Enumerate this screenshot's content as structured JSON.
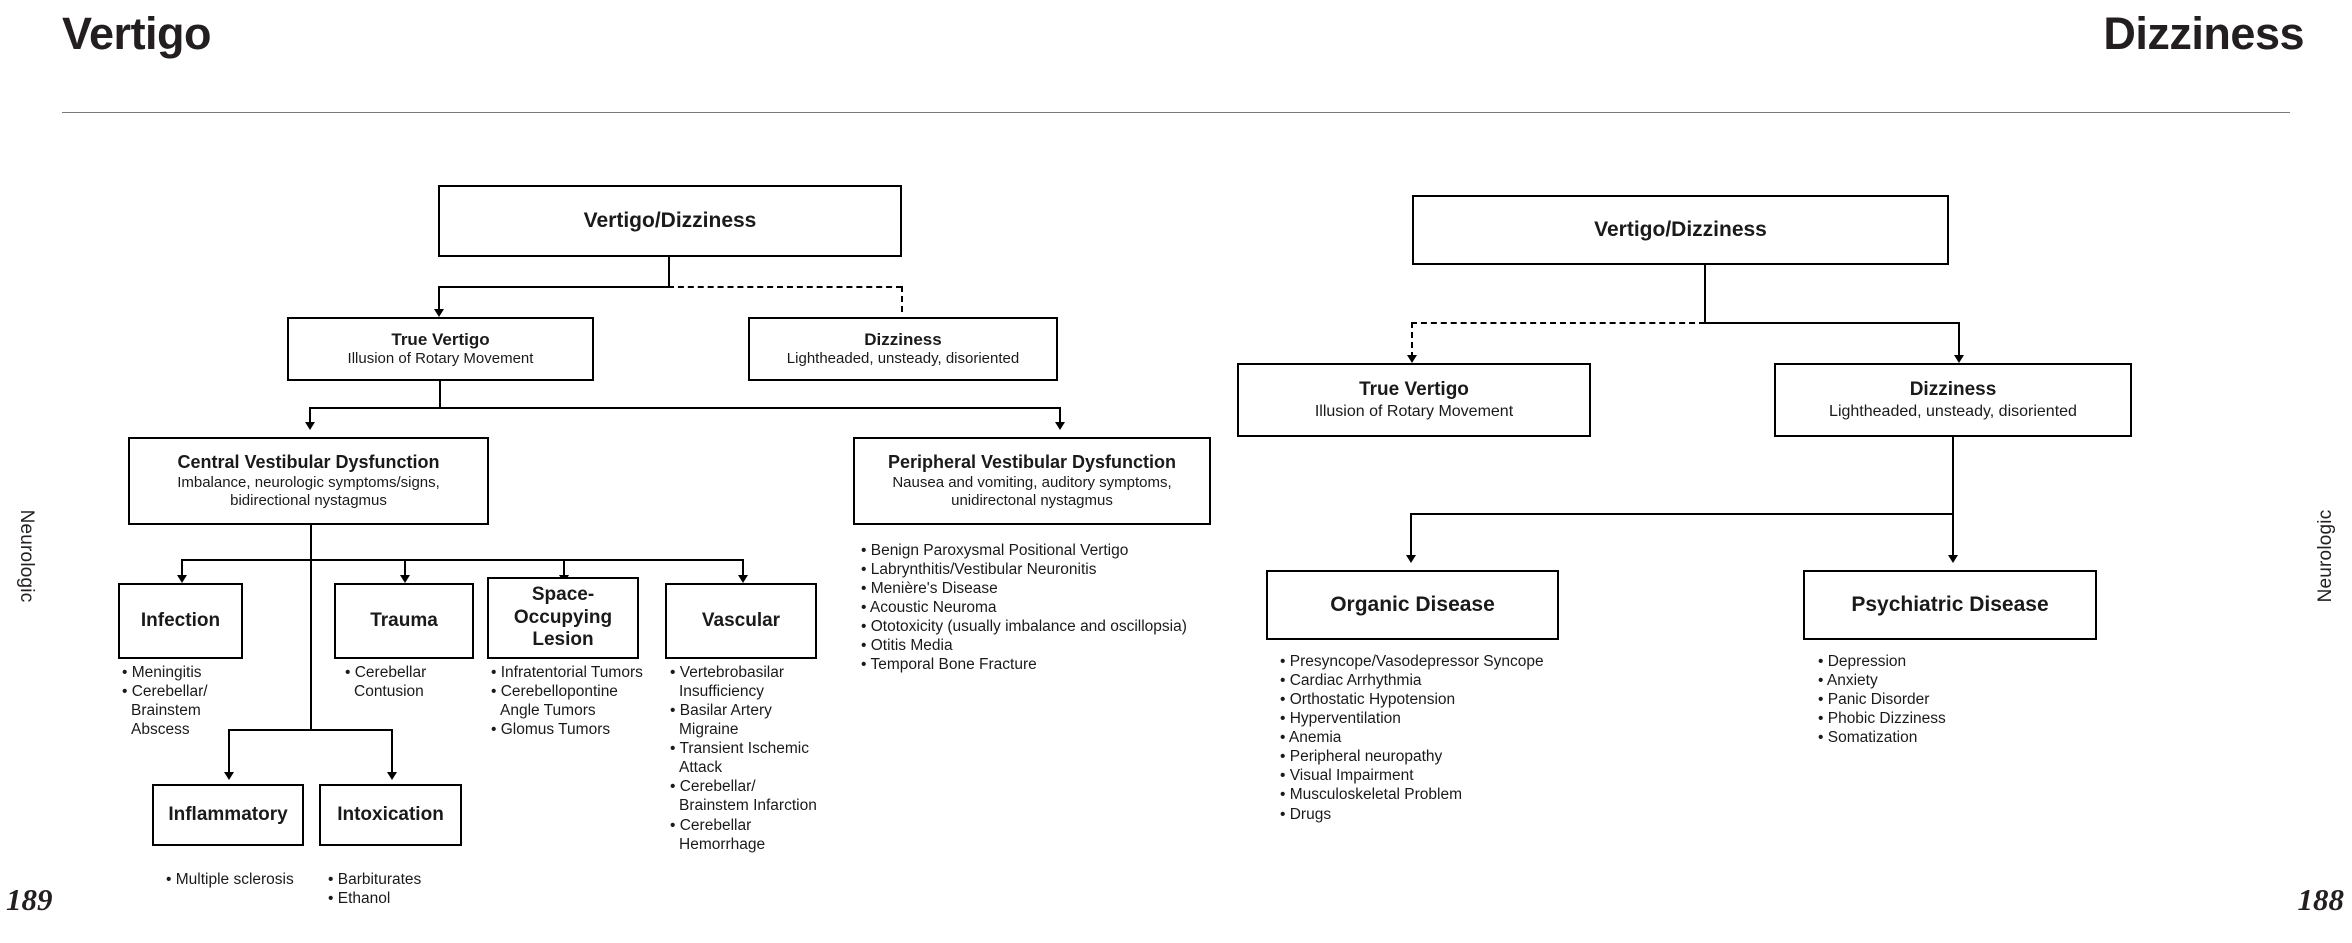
{
  "titles": {
    "left": "Vertigo",
    "right": "Dizziness"
  },
  "side": {
    "left_label": "Neurologic",
    "right_label": "Neurologic",
    "left_folio": "189",
    "right_folio": "188"
  },
  "left_chart": {
    "root": {
      "title": "Vertigo/Dizziness"
    },
    "true_vertigo": {
      "title": "True Vertigo",
      "sub": "Illusion of Rotary Movement"
    },
    "dizziness": {
      "title": "Dizziness",
      "sub": "Lightheaded, unsteady, disoriented"
    },
    "central": {
      "title": "Central Vestibular Dysfunction",
      "sub": "Imbalance, neurologic symptoms/signs, bidirectional nystagmus"
    },
    "peripheral": {
      "title": "Peripheral Vestibular Dysfunction",
      "sub": "Nausea and vomiting, auditory symptoms, unidirectonal nystagmus"
    },
    "peripheral_items": [
      "• Benign Paroxysmal Positional Vertigo",
      "• Labrynthitis/Vestibular Neuronitis",
      "• Menière's Disease",
      "• Acoustic Neuroma",
      "• Ototoxicity (usually imbalance and oscillopsia)",
      "• Otitis Media",
      "• Temporal Bone Fracture"
    ],
    "infection": {
      "title": "Infection"
    },
    "infection_items": [
      "• Meningitis",
      "• Cerebellar/ Brainstem Abscess"
    ],
    "trauma": {
      "title": "Trauma"
    },
    "trauma_items": [
      "• Cerebellar Contusion"
    ],
    "space_occupying": {
      "title": "Space-Occupying Lesion"
    },
    "space_occupying_items": [
      "• Infratentorial Tumors",
      "• Cerebellopontine Angle Tumors",
      "• Glomus Tumors"
    ],
    "vascular": {
      "title": "Vascular"
    },
    "vascular_items": [
      "• Vertebrobasilar Insufficiency",
      "• Basilar Artery Migraine",
      "• Transient Ischemic Attack",
      "• Cerebellar/ Brainstem Infarction",
      "• Cerebellar Hemorrhage"
    ],
    "inflammatory": {
      "title": "Inflammatory"
    },
    "inflammatory_items": [
      "• Multiple sclerosis"
    ],
    "intoxication": {
      "title": "Intoxication"
    },
    "intoxication_items": [
      "• Barbiturates",
      "• Ethanol"
    ]
  },
  "right_chart": {
    "root": {
      "title": "Vertigo/Dizziness"
    },
    "true_vertigo": {
      "title": "True Vertigo",
      "sub": "Illusion of Rotary Movement"
    },
    "dizziness": {
      "title": "Dizziness",
      "sub": "Lightheaded, unsteady, disoriented"
    },
    "organic": {
      "title": "Organic Disease"
    },
    "organic_items": [
      "• Presyncope/Vasodepressor Syncope",
      "• Cardiac Arrhythmia",
      "• Orthostatic Hypotension",
      "• Hyperventilation",
      "• Anemia",
      "• Peripheral neuropathy",
      "• Visual Impairment",
      "• Musculoskeletal Problem",
      "• Drugs"
    ],
    "psychiatric": {
      "title": "Psychiatric Disease"
    },
    "psychiatric_items": [
      "• Depression",
      "• Anxiety",
      "• Panic Disorder",
      "• Phobic Dizziness",
      "• Somatization"
    ]
  }
}
